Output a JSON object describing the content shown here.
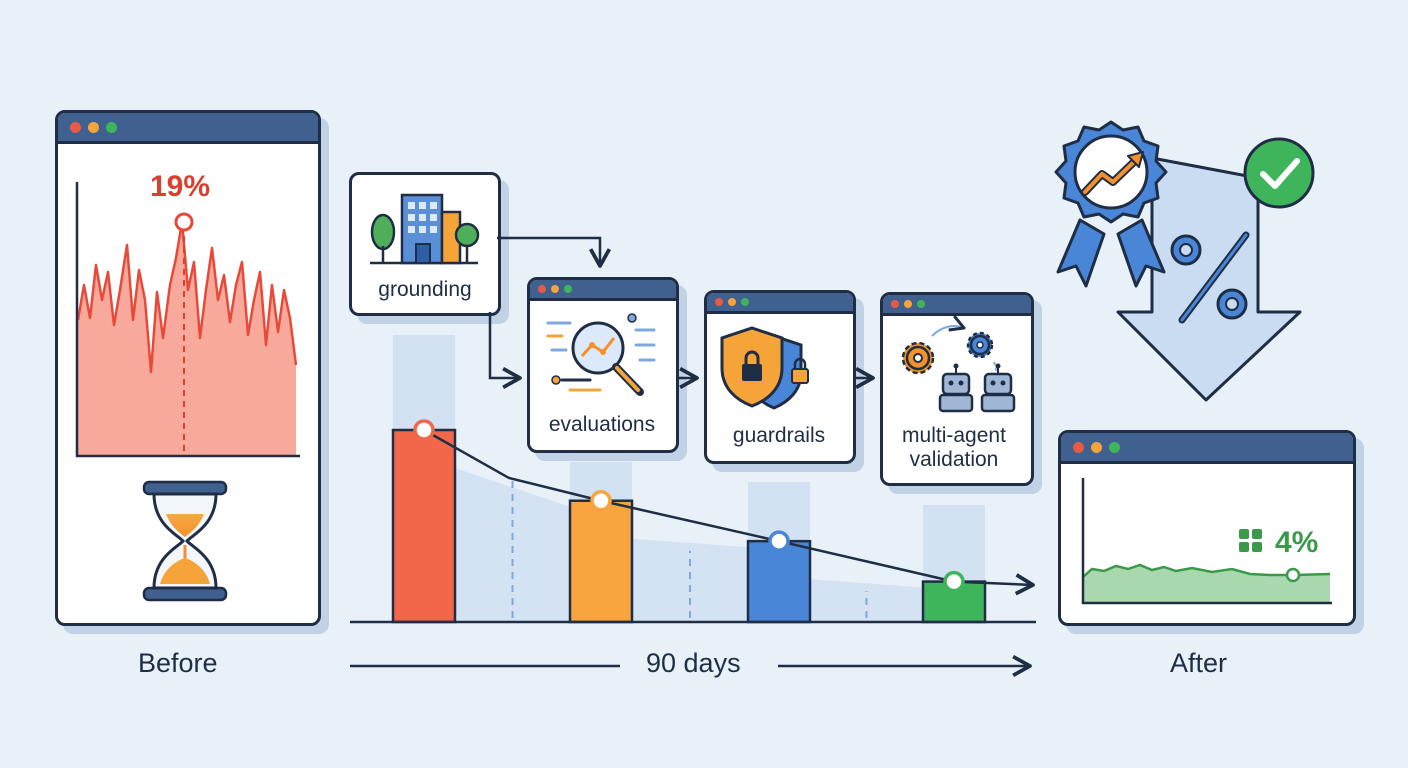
{
  "before": {
    "label": "Before",
    "peak_value": "19%"
  },
  "after": {
    "label": "After",
    "value": "4%"
  },
  "timeline": {
    "label": "90 days"
  },
  "steps": [
    {
      "label": "grounding"
    },
    {
      "label": "evaluations"
    },
    {
      "label": "guardrails"
    },
    {
      "label": "multi-agent validation"
    }
  ],
  "chart_data": {
    "type": "bar",
    "values": [
      19,
      12,
      8,
      4
    ],
    "colors": [
      "#f2674a",
      "#f8a43f",
      "#4a86d8",
      "#3fb55b"
    ]
  },
  "colors": {
    "before_red": "#e84a3a",
    "after_green": "#3a9a4a",
    "accent_blue": "#40608f"
  },
  "icons": [
    "hourglass-icon",
    "building-icon",
    "magnifier-chart-icon",
    "shield-lock-icon",
    "gear-robot-icon",
    "award-badge-icon",
    "percent-down-arrow-icon",
    "checkmark-icon"
  ]
}
